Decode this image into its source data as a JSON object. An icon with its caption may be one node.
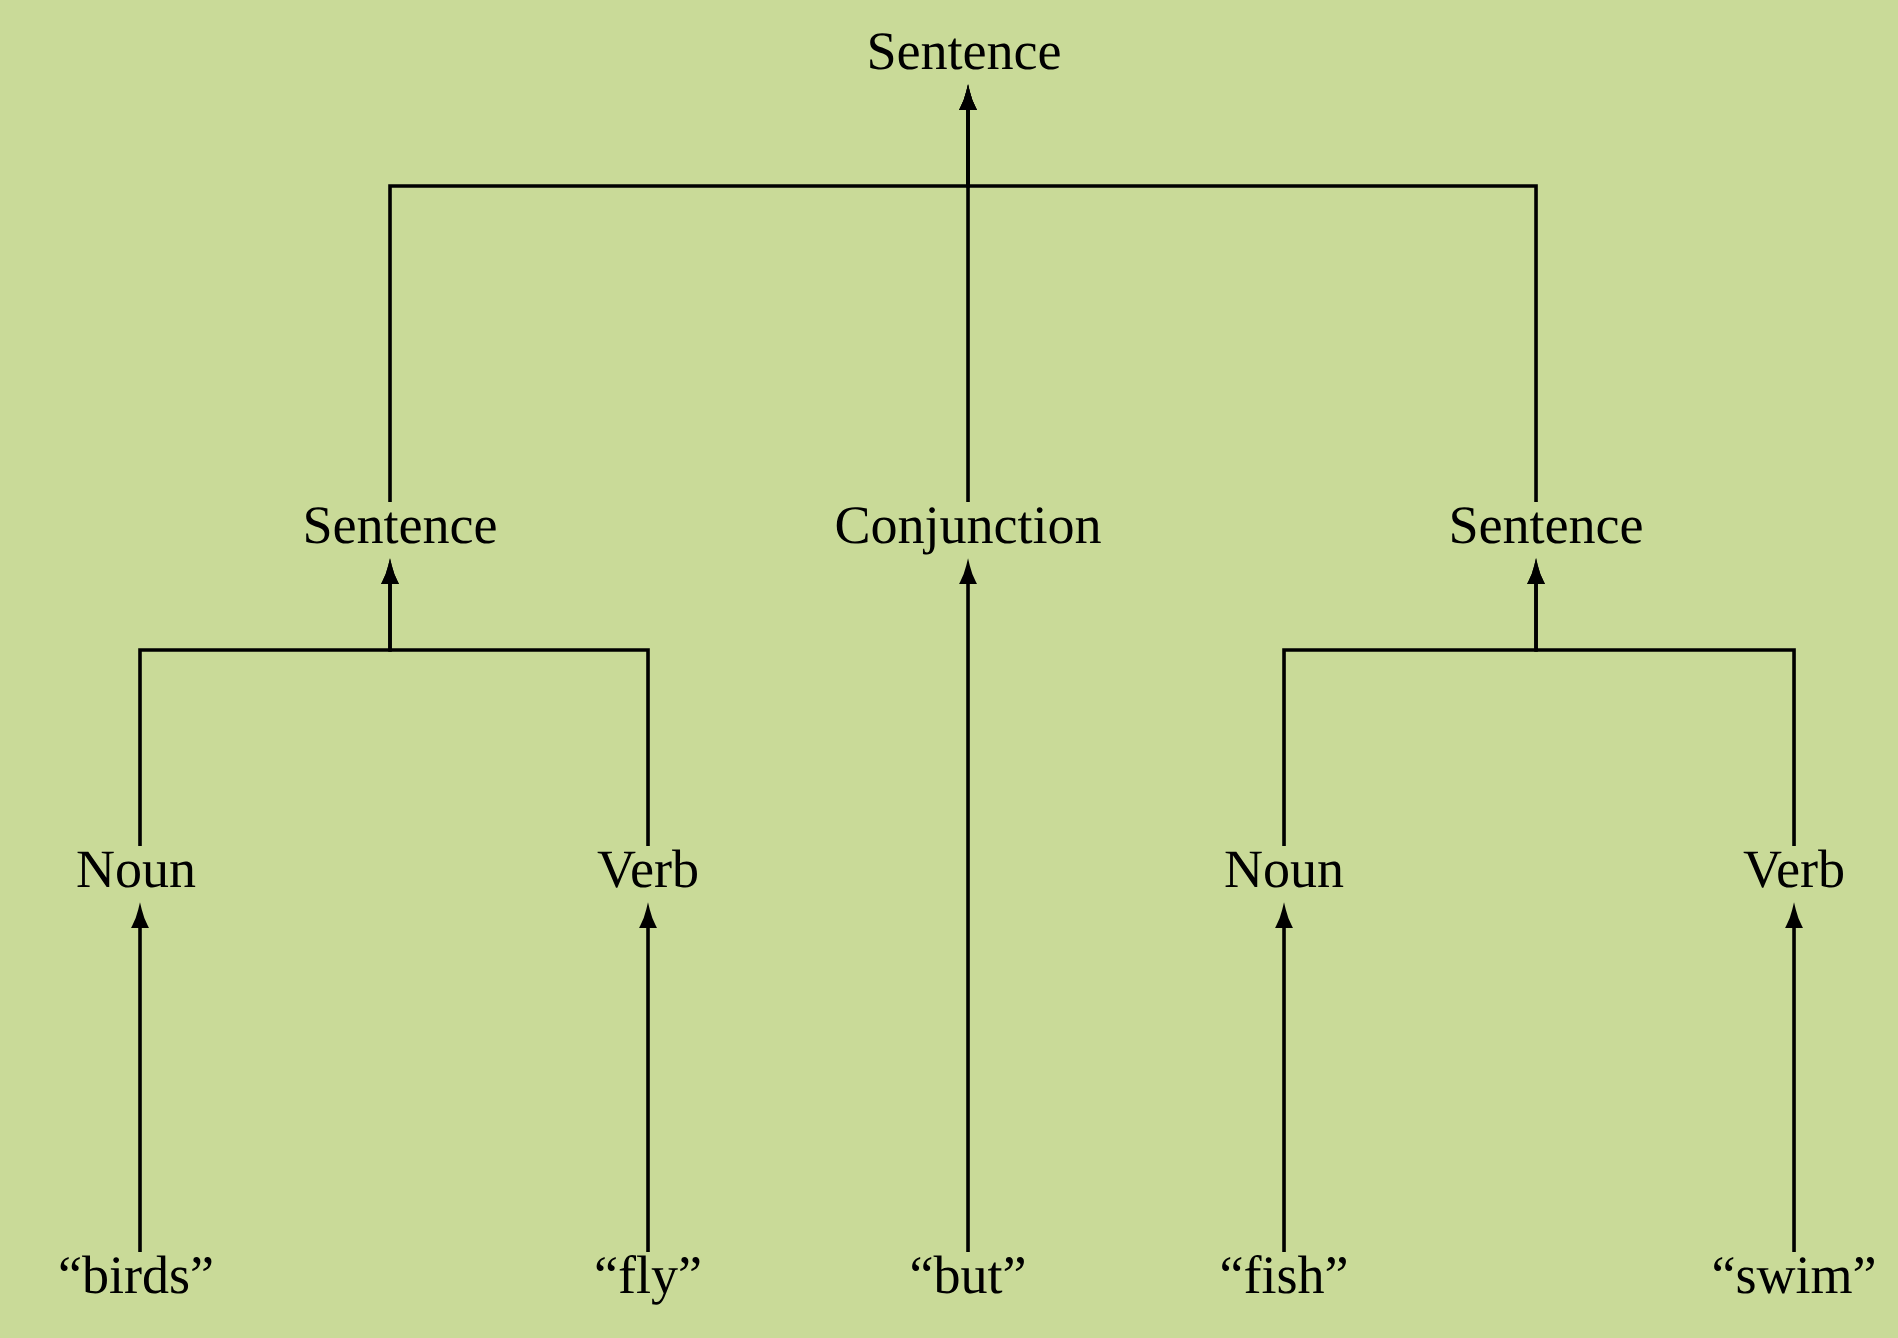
{
  "diagram": {
    "nodes": [
      {
        "text": [
          "Sentence"
        ]
      },
      {
        "text": [
          "Sentence"
        ]
      },
      {
        "text": [
          "Conjunction"
        ]
      },
      {
        "text": [
          "Sentence"
        ]
      },
      {
        "text": [
          "Noun"
        ]
      },
      {
        "text": [
          "Verb"
        ]
      },
      {
        "text": [
          "Noun"
        ]
      },
      {
        "text": [
          "Verb"
        ]
      },
      {
        "text": [
          "“birds”"
        ]
      },
      {
        "text": [
          "“fly”"
        ]
      },
      {
        "text": [
          "“but”"
        ]
      },
      {
        "text": [
          "“fish”"
        ]
      },
      {
        "text": [
          "“swim”"
        ]
      }
    ],
    "edges": [
      {
        "from": 1,
        "to": 0,
        "arrow": "to"
      },
      {
        "from": 2,
        "to": 0,
        "arrow": "to"
      },
      {
        "from": 3,
        "to": 0,
        "arrow": "to"
      },
      {
        "from": 4,
        "to": 1,
        "arrow": "to"
      },
      {
        "from": 5,
        "to": 1,
        "arrow": "to"
      },
      {
        "from": 10,
        "to": 2,
        "arrow": "to"
      },
      {
        "from": 6,
        "to": 3,
        "arrow": "to"
      },
      {
        "from": 7,
        "to": 3,
        "arrow": "to"
      },
      {
        "from": 8,
        "to": 4,
        "arrow": "to"
      },
      {
        "from": 9,
        "to": 5,
        "arrow": "to"
      },
      {
        "from": 11,
        "to": 6,
        "arrow": "to"
      },
      {
        "from": 12,
        "to": 7,
        "arrow": "to"
      }
    ]
  }
}
